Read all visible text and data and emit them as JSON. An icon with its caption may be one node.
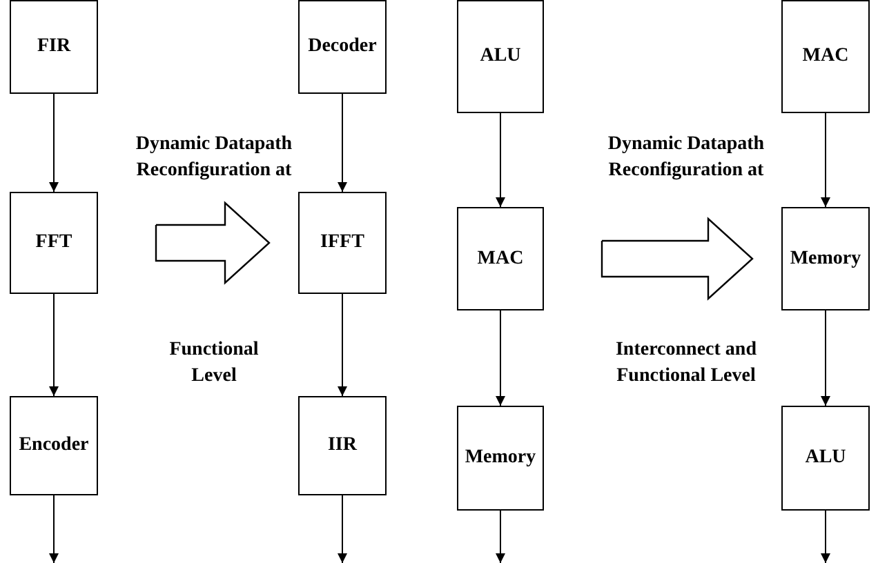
{
  "diagram": {
    "nodes": [
      {
        "text": [
          "FIR"
        ]
      },
      {
        "text": [
          "FFT"
        ]
      },
      {
        "text": [
          "Encoder"
        ]
      },
      {
        "text": [
          "Decoder"
        ]
      },
      {
        "text": [
          "IFFT"
        ]
      },
      {
        "text": [
          "IIR"
        ]
      },
      {
        "text": [
          "ALU"
        ]
      },
      {
        "text": [
          "MAC"
        ]
      },
      {
        "text": [
          "Memory"
        ]
      },
      {
        "text": [
          "MAC"
        ]
      },
      {
        "text": [
          "Memory"
        ]
      },
      {
        "text": [
          "ALU"
        ]
      }
    ],
    "edges": [
      {
        "from": 0,
        "to": 1,
        "arrow": "to"
      },
      {
        "from": 1,
        "to": 2,
        "arrow": "to"
      },
      {
        "from": 2,
        "to": null,
        "arrow": "to"
      },
      {
        "from": 3,
        "to": 4,
        "arrow": "to"
      },
      {
        "from": 4,
        "to": 5,
        "arrow": "to"
      },
      {
        "from": 5,
        "to": null,
        "arrow": "to"
      },
      {
        "from": 6,
        "to": 7,
        "arrow": "to"
      },
      {
        "from": 7,
        "to": 8,
        "arrow": "to"
      },
      {
        "from": 8,
        "to": null,
        "arrow": "to"
      },
      {
        "from": 9,
        "to": 10,
        "arrow": "to"
      },
      {
        "from": 10,
        "to": 11,
        "arrow": "to"
      },
      {
        "from": 11,
        "to": null,
        "arrow": "to"
      },
      {
        "from": 1,
        "to": 4,
        "arrow": "to",
        "style": "thick"
      },
      {
        "from": 7,
        "to": 10,
        "arrow": "to",
        "style": "thick"
      }
    ],
    "labels": [
      "Dynamic Datapath Reconfiguration at",
      "Functional Level",
      "Dynamic Datapath Reconfiguration at",
      "Interconnect and Functional Level"
    ]
  }
}
